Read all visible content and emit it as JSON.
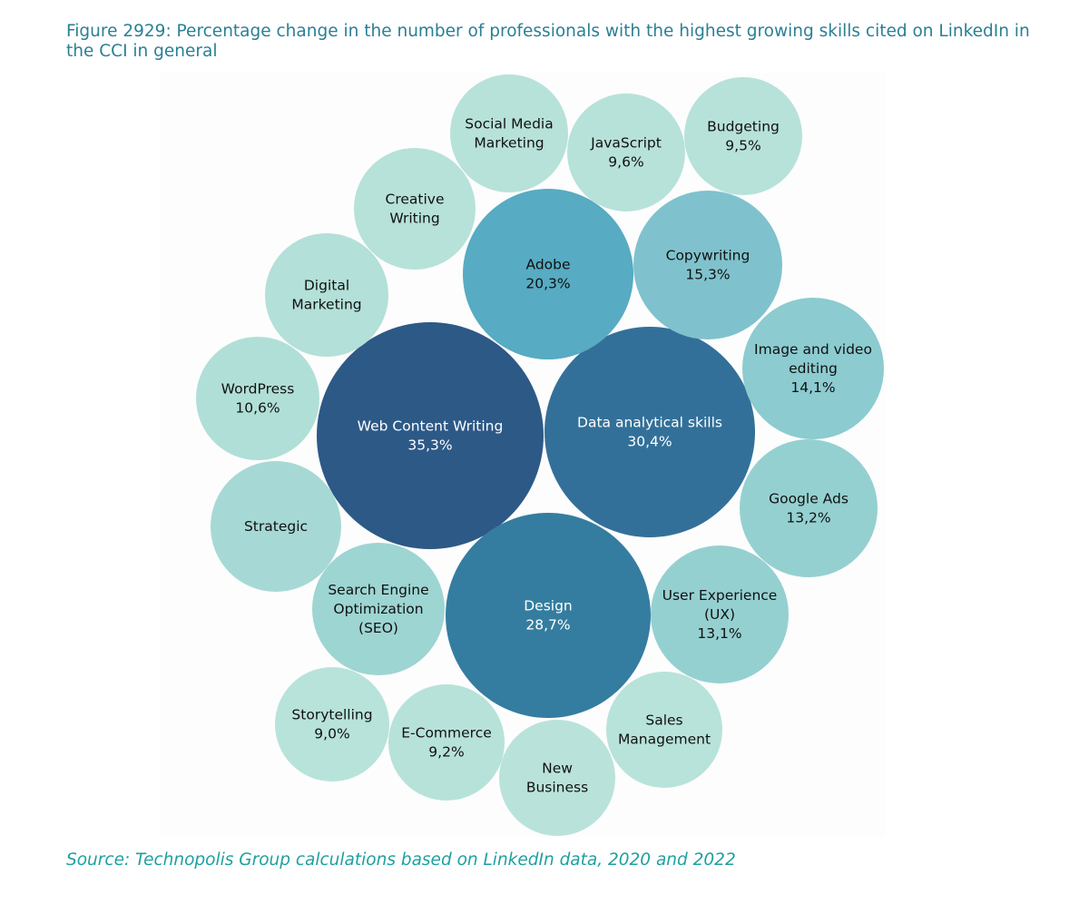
{
  "title": "Figure 2929: Percentage change in the number of professionals with the highest growing skills cited on LinkedIn in the CCI in general",
  "source": "Source: Technopolis Group calculations based on LinkedIn data, 2020 and 2022",
  "colors": {
    "title": "#2a7f95",
    "source": "#1fa0a0",
    "dark_text": "#111111",
    "light_text": "#ffffff"
  },
  "chart_data": {
    "type": "bubble",
    "title": "",
    "unit": "%",
    "value_format": "comma-decimal",
    "legend": "none",
    "bubbles": [
      {
        "label": "Web Content Writing",
        "lines": [
          "Web Content Writing"
        ],
        "value_text": "35,3%",
        "value": 35.3,
        "color": "#2d5987"
      },
      {
        "label": "Data analytical skills",
        "lines": [
          "Data analytical skills"
        ],
        "value_text": "30,4%",
        "value": 30.4,
        "color": "#337099"
      },
      {
        "label": "Design",
        "lines": [
          "Design"
        ],
        "value_text": "28,7%",
        "value": 28.7,
        "color": "#347da0"
      },
      {
        "label": "Adobe",
        "lines": [
          "Adobe"
        ],
        "value_text": "20,3%",
        "value": 20.3,
        "color": "#57abc2"
      },
      {
        "label": "Copywriting",
        "lines": [
          "Copywriting"
        ],
        "value_text": "15,3%",
        "value": 15.3,
        "color": "#7fc2cd"
      },
      {
        "label": "Image and video editing",
        "lines": [
          "Image and video",
          "editing"
        ],
        "value_text": "14,1%",
        "value": 14.1,
        "color": "#8ccbd0"
      },
      {
        "label": "Google Ads",
        "lines": [
          "Google Ads"
        ],
        "value_text": "13,2%",
        "value": 13.2,
        "color": "#95d0d1"
      },
      {
        "label": "User Experience (UX)",
        "lines": [
          "User Experience",
          "(UX)"
        ],
        "value_text": "13,1%",
        "value": 13.1,
        "color": "#95d0d1"
      },
      {
        "label": "Strategic",
        "lines": [
          "Strategic"
        ],
        "value_text": "",
        "value": null,
        "color": "#a6d9d5"
      },
      {
        "label": "Search Engine Optimization (SEO)",
        "lines": [
          "Search Engine",
          "Optimization",
          "(SEO)"
        ],
        "value_text": "",
        "value": null,
        "color": "#9dd5d3"
      },
      {
        "label": "WordPress",
        "lines": [
          "WordPress"
        ],
        "value_text": "10,6%",
        "value": 10.6,
        "color": "#b0dfd7"
      },
      {
        "label": "Digital Marketing",
        "lines": [
          "Digital",
          "Marketing"
        ],
        "value_text": "",
        "value": null,
        "color": "#b3e0d8"
      },
      {
        "label": "Creative Writing",
        "lines": [
          "Creative",
          "Writing"
        ],
        "value_text": "",
        "value": null,
        "color": "#b6e2d9"
      },
      {
        "label": "Social Media Marketing",
        "lines": [
          "Social Media",
          "Marketing"
        ],
        "value_text": "",
        "value": null,
        "color": "#b7e2d9"
      },
      {
        "label": "JavaScript",
        "lines": [
          "JavaScript"
        ],
        "value_text": "9,6%",
        "value": 9.6,
        "color": "#b7e2d9"
      },
      {
        "label": "Budgeting",
        "lines": [
          "Budgeting"
        ],
        "value_text": "9,5%",
        "value": 9.5,
        "color": "#b7e2d9"
      },
      {
        "label": "E-Commerce",
        "lines": [
          "E-Commerce"
        ],
        "value_text": "9,2%",
        "value": 9.2,
        "color": "#b7e2d9"
      },
      {
        "label": "Storytelling",
        "lines": [
          "Storytelling"
        ],
        "value_text": "9,0%",
        "value": 9.0,
        "color": "#b8e3da"
      },
      {
        "label": "Sales Management",
        "lines": [
          "Sales",
          "Management"
        ],
        "value_text": "",
        "value": null,
        "color": "#b8e3da"
      },
      {
        "label": "New Business",
        "lines": [
          "New",
          "Business"
        ],
        "value_text": "",
        "value": null,
        "color": "#b9e3da"
      }
    ]
  }
}
